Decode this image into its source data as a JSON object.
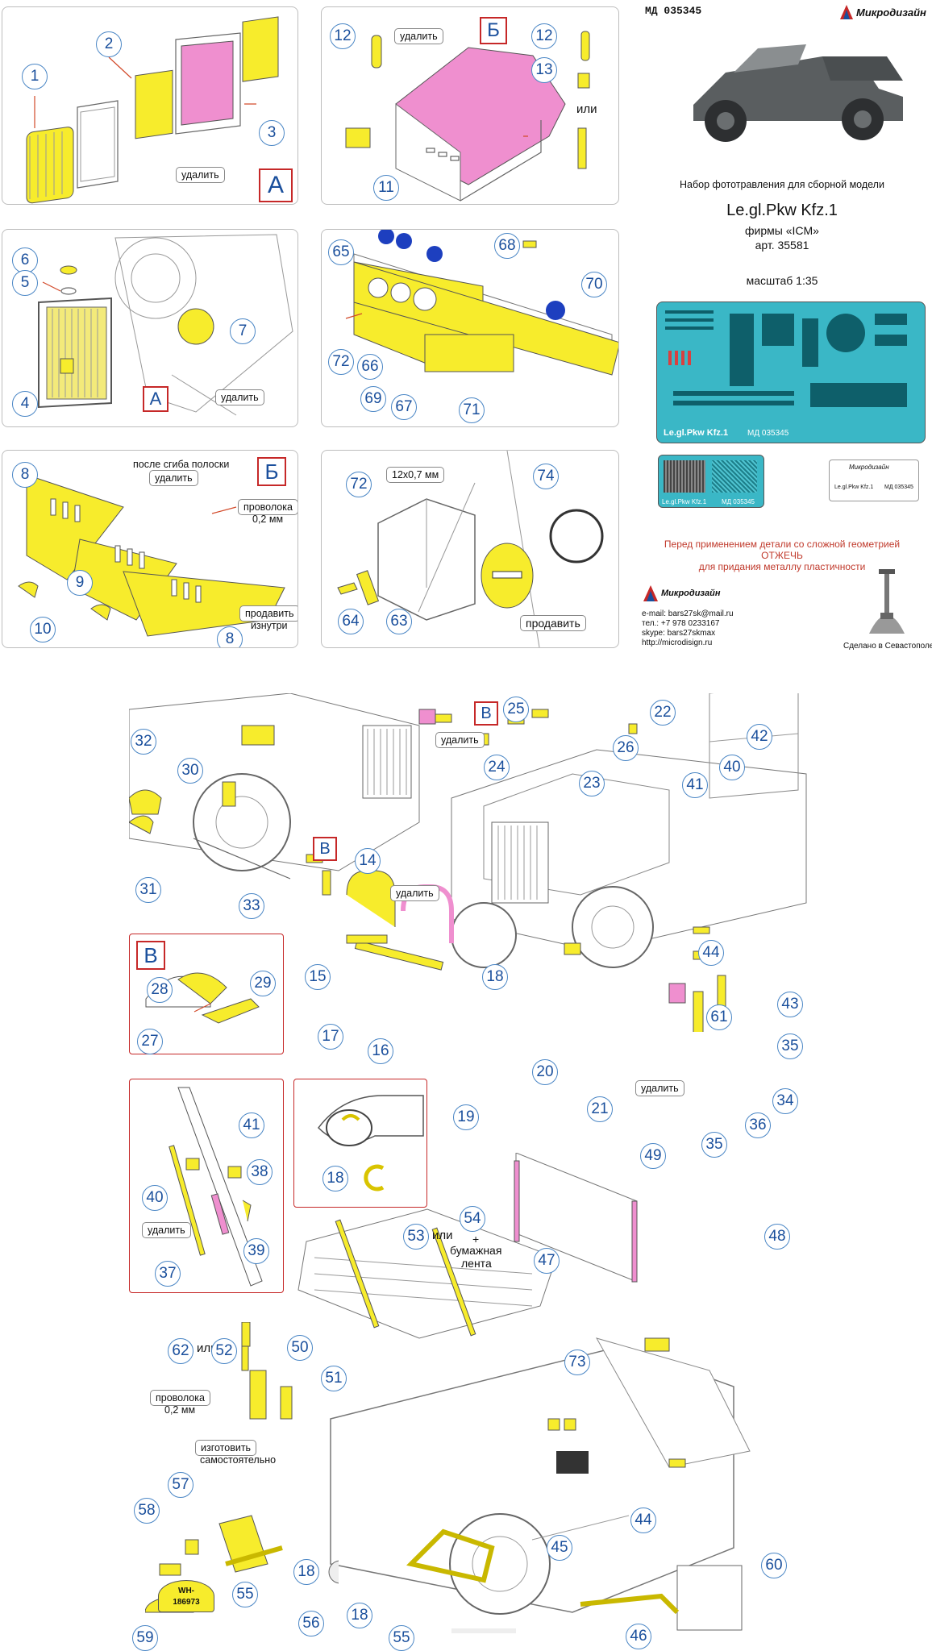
{
  "header": {
    "code": "МД 035345",
    "brand": "Микродизайн",
    "set_title": "Набор фототравления для сборной модели",
    "model": "Le.gl.Pkw Kfz.1",
    "maker": "фирмы «ICM»",
    "article": "арт. 35581",
    "scale": "масштаб 1:35",
    "fret_label": "Le.gl.Pkw Kfz.1",
    "fret_code": "МД 035345",
    "fret_label_small": "Le.gl.Pkw Kfz.1",
    "fret_code_small": "МД 035345"
  },
  "warning": {
    "line1": "Перед применением детали со сложной геометрией",
    "line2": "ОТЖЕЧЬ",
    "line3": "для придания металлу пластичности"
  },
  "contacts": {
    "brand": "Микродизайн",
    "email": "e-mail: bars27sk@mail.ru",
    "phone": "тел.: +7 978 0233167",
    "skype": "skype: bars27skmax",
    "site": "http://microdisign.ru",
    "made_in": "Сделано в Севастополе"
  },
  "labels": {
    "remove": "удалить",
    "or": "или",
    "wire": "проволока",
    "wire_size": "0,2 мм",
    "after_bend_1": "после сгиба полоски",
    "after_bend_2": "удалить",
    "push_1": "продавить",
    "push_2": "изнутри",
    "push": "продавить",
    "strip_size": "12x0,7 мм",
    "tape_plus": "+",
    "tape_1": "бумажная",
    "tape_2": "лента",
    "make_1": "изготовить",
    "make_2": "самостоятельно",
    "plate_1": "WH-",
    "plate_2": "186973"
  },
  "section_letters": {
    "a": "А",
    "b": "Б",
    "v": "В"
  },
  "parts": {
    "p1": "1",
    "p2": "2",
    "p3": "3",
    "p4": "4",
    "p5": "5",
    "p6": "6",
    "p7": "7",
    "p8": "8",
    "p9": "9",
    "p10": "10",
    "p11": "11",
    "p12": "12",
    "p13": "13",
    "p14": "14",
    "p15": "15",
    "p16": "16",
    "p17": "17",
    "p18": "18",
    "p19": "19",
    "p20": "20",
    "p21": "21",
    "p22": "22",
    "p23": "23",
    "p24": "24",
    "p25": "25",
    "p26": "26",
    "p27": "27",
    "p28": "28",
    "p29": "29",
    "p30": "30",
    "p31": "31",
    "p32": "32",
    "p33": "33",
    "p34": "34",
    "p35": "35",
    "p36": "36",
    "p37": "37",
    "p38": "38",
    "p39": "39",
    "p40": "40",
    "p41": "41",
    "p42": "42",
    "p43": "43",
    "p44": "44",
    "p45": "45",
    "p46": "46",
    "p47": "47",
    "p48": "48",
    "p49": "49",
    "p50": "50",
    "p51": "51",
    "p52": "52",
    "p53": "53",
    "p54": "54",
    "p55": "55",
    "p56": "56",
    "p57": "57",
    "p58": "58",
    "p59": "59",
    "p60": "60",
    "p61": "61",
    "p62": "62",
    "p63": "63",
    "p64": "64",
    "p65": "65",
    "p66": "66",
    "p67": "67",
    "p68": "68",
    "p69": "69",
    "p70": "70",
    "p71": "71",
    "p72": "72",
    "p73": "73",
    "p74": "74"
  },
  "colors": {
    "part_yellow": "#f7ec2c",
    "part_pink": "#ef8fcf",
    "callout_blue": "#1a4f9c",
    "frame_red": "#c62828",
    "fret_cyan": "#4fc3d0"
  }
}
